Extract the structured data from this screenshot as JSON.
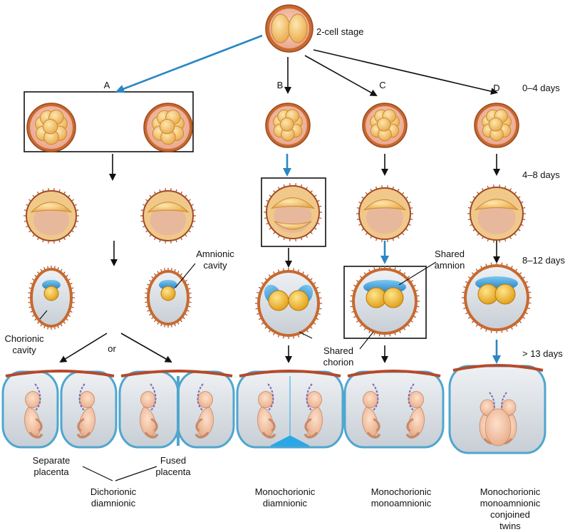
{
  "top_label": "2-cell stage",
  "branches": [
    "A",
    "B",
    "C",
    "D"
  ],
  "stages": [
    "0–4 days",
    "4–8 days",
    "8–12 days",
    "> 13 days"
  ],
  "annotations": {
    "amnionic_cavity": "Amnionic\ncavity",
    "chorionic_cavity": "Chorionic\ncavity",
    "or": "or",
    "shared_amnion": "Shared\namnion",
    "shared_chorion": "Shared\nchorion",
    "separate_placenta": "Separate\nplacenta",
    "fused_placenta": "Fused\nplacenta"
  },
  "captions": {
    "dichorionic": "Dichorionic\ndiamnionic",
    "mono_di": "Monochorionic\ndiamnionic",
    "mono_mono": "Monochorionic\nmonoamnionic",
    "conjoined": "Monochorionic\nmonoamnionic\nconjoined twins"
  },
  "colors": {
    "accent_arrow": "#2a86c4",
    "arrow": "#111111",
    "zona": "#c8692f",
    "cell": "#f2c16b",
    "cell_edge": "#c98a2e",
    "cavity": "#e8b89c",
    "chorion_fill": "#d7dde2",
    "amnion": "#2f9bd6",
    "uterus_edge": "#4fa6cf",
    "fetus": "#f3c6a6"
  }
}
